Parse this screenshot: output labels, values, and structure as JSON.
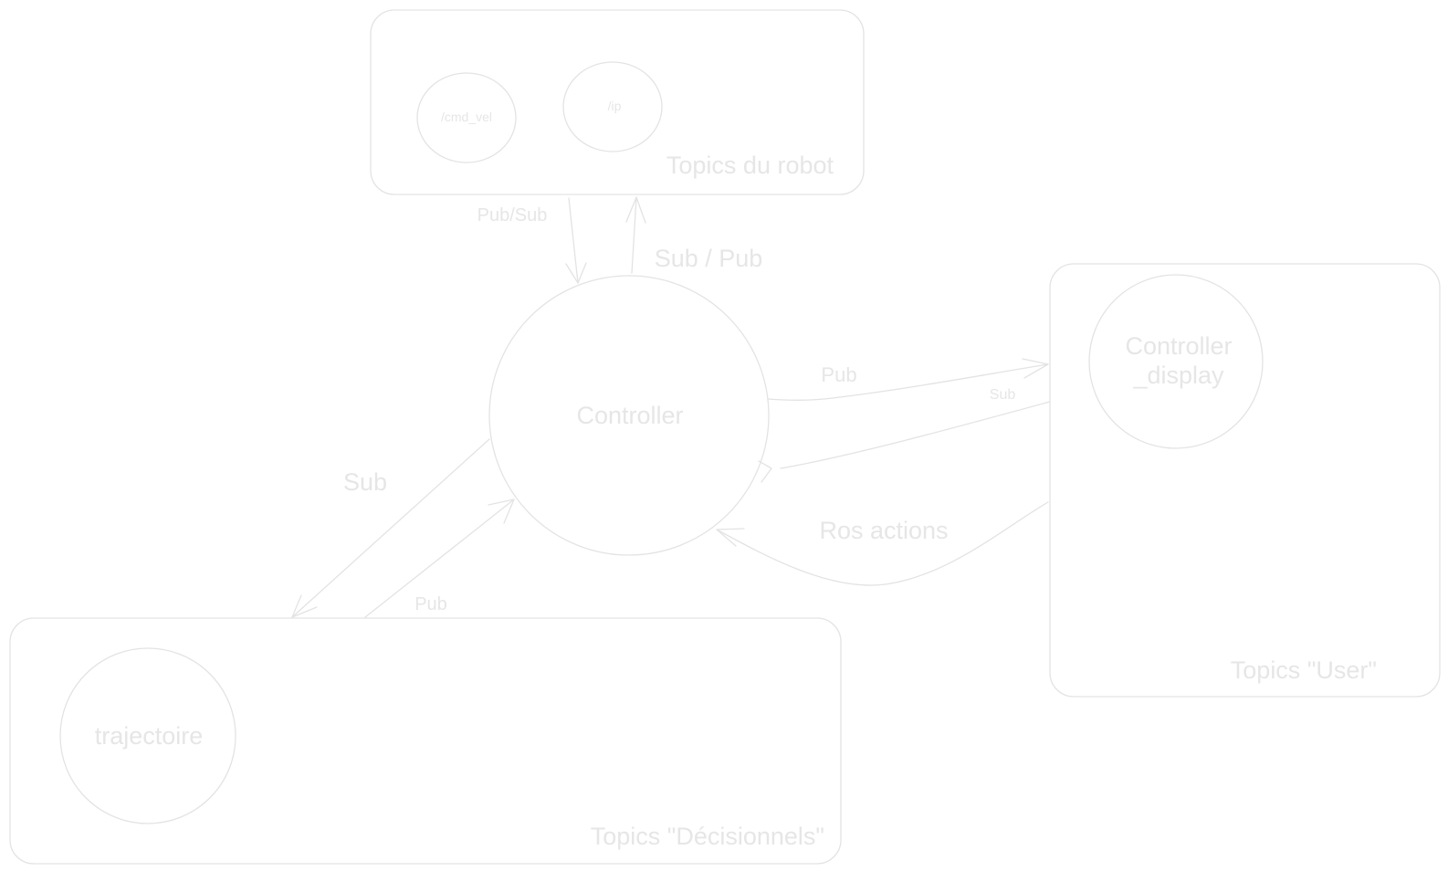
{
  "colors": {
    "stroke": "#e3e3e3",
    "text": "#e6e6e6",
    "background": "#ffffff"
  },
  "groups": {
    "robot": {
      "label": "Topics du robot"
    },
    "user": {
      "label": "Topics \"User\""
    },
    "decision": {
      "label": "Topics \"Décisionnels\""
    }
  },
  "nodes": {
    "cmd_vel": {
      "label": "/cmd_vel"
    },
    "ip": {
      "label": "/ip"
    },
    "controller": {
      "label": "Controller"
    },
    "controller_display": {
      "label_line1": "Controller",
      "label_line2": "_display"
    },
    "trajectoire": {
      "label": "trajectoire"
    }
  },
  "edges": {
    "robot_to_controller": {
      "label": "Pub/Sub"
    },
    "controller_to_robot": {
      "label": "Sub / Pub"
    },
    "controller_to_user": {
      "label": "Pub"
    },
    "user_to_controller": {
      "label": "Sub"
    },
    "ros_actions": {
      "label": "Ros actions"
    },
    "controller_to_decision": {
      "label": "Sub"
    },
    "decision_to_controller": {
      "label": "Pub"
    }
  }
}
